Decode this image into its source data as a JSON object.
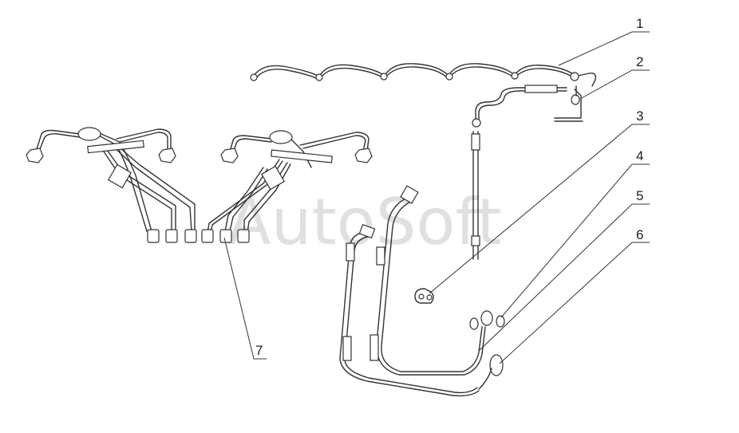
{
  "watermark": "AutoSoft",
  "callouts": [
    {
      "id": "callout-1",
      "label": "1"
    },
    {
      "id": "callout-2",
      "label": "2"
    },
    {
      "id": "callout-3",
      "label": "3"
    },
    {
      "id": "callout-4",
      "label": "4"
    },
    {
      "id": "callout-5",
      "label": "5"
    },
    {
      "id": "callout-6",
      "label": "6"
    },
    {
      "id": "callout-7",
      "label": "7"
    }
  ]
}
